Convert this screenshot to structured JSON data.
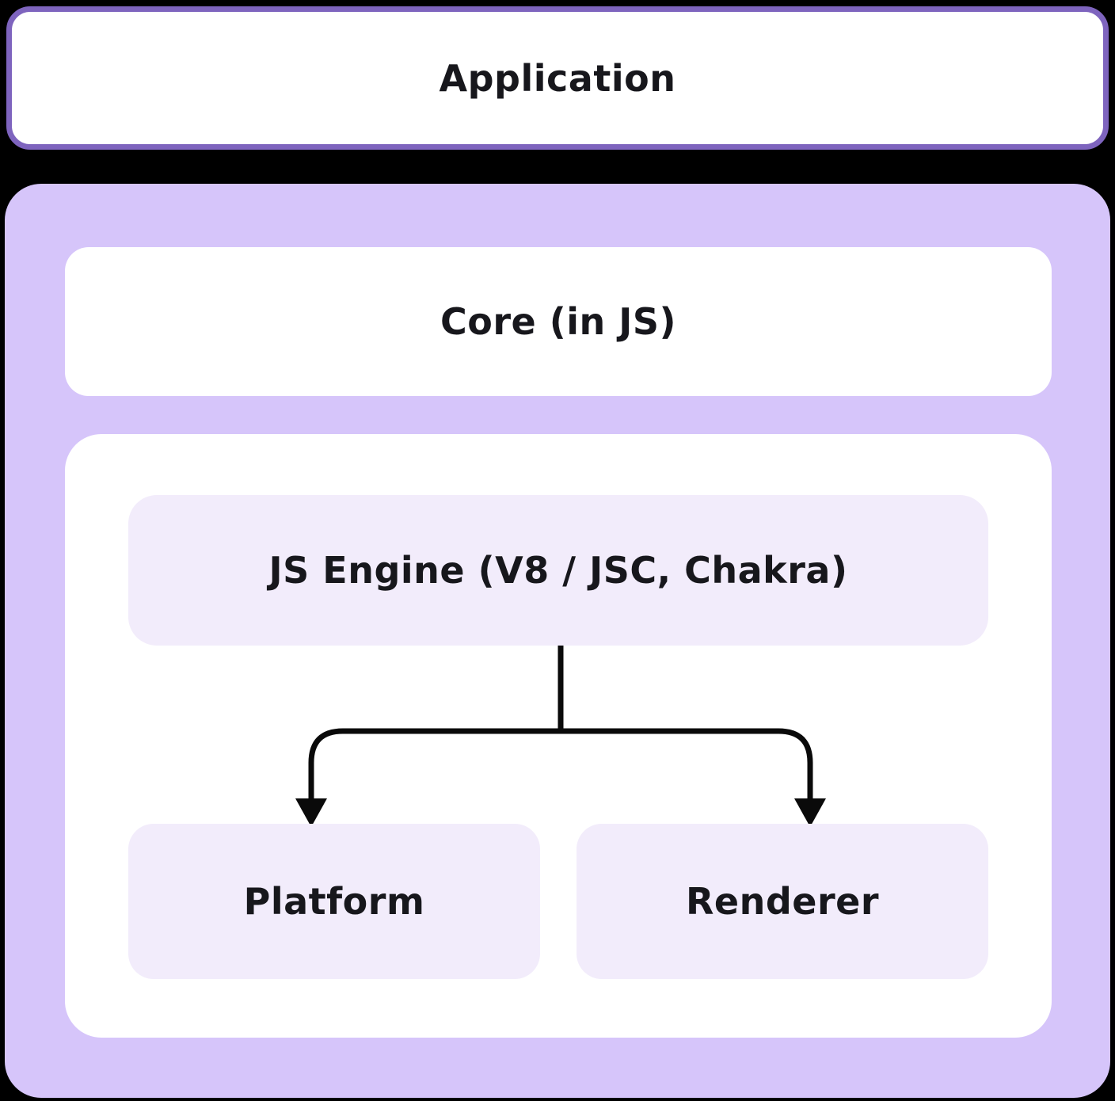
{
  "diagram": {
    "application": {
      "label": "Application"
    },
    "runtime": {
      "core": {
        "label": "Core (in JS)"
      },
      "engine_section": {
        "js_engine": {
          "label": "JS Engine (V8 / JSC, Chakra)"
        },
        "platform": {
          "label": "Platform"
        },
        "renderer": {
          "label": "Renderer"
        },
        "connections": [
          {
            "from": "js_engine",
            "to": "platform"
          },
          {
            "from": "js_engine",
            "to": "renderer"
          }
        ]
      }
    }
  },
  "colors": {
    "bg": "#000000",
    "container": "#D6C5FA",
    "box_white": "#FFFFFF",
    "box_lavender": "#F2ECFB",
    "border_purple": "#7E64BE",
    "text": "#17171C",
    "arrow": "#0A0A0A"
  }
}
